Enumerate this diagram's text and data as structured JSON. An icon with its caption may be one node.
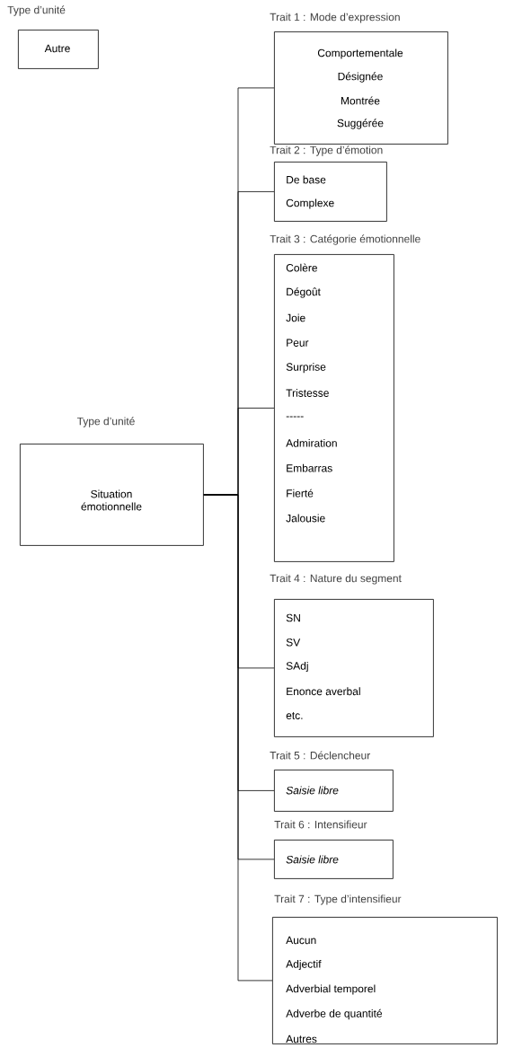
{
  "diagram": {
    "nodes": [
      {
        "text": [
          "Type d’unité",
          "Autre"
        ]
      },
      {
        "text": [
          "Type d’unité",
          "Situation émotionnelle"
        ]
      },
      {
        "text": [
          "Trait 1 : Mode d’expression",
          "Comportementale",
          "Désignée",
          "Montrée",
          "Suggérée"
        ]
      },
      {
        "text": [
          "Trait 2 : Type d’émotion",
          "De base",
          "Complexe"
        ]
      },
      {
        "text": [
          "Trait 3 : Catégorie émotionnelle",
          "Colère",
          "Dégoût",
          "Joie",
          "Peur",
          "Surprise",
          "Tristesse",
          "-----",
          "Admiration",
          "Embarras",
          "Fierté",
          "Jalousie"
        ]
      },
      {
        "text": [
          "Trait 4 : Nature du segment",
          "SN",
          "SV",
          "SAdj",
          "Enonce averbal",
          "etc."
        ]
      },
      {
        "text": [
          "Trait 5 : Déclencheur",
          "Saisie libre"
        ]
      },
      {
        "text": [
          "Trait 6 : Intensifieur",
          "Saisie libre"
        ]
      },
      {
        "text": [
          "Trait 7 : Type d’intensifieur",
          "Aucun",
          "Adjectif",
          "Adverbial temporel",
          "Adverbe de quantité",
          "Autres"
        ]
      }
    ],
    "edges": [
      {
        "from": 1,
        "to": 2,
        "arrow": "none"
      },
      {
        "from": 1,
        "to": 3,
        "arrow": "none"
      },
      {
        "from": 1,
        "to": 4,
        "arrow": "none"
      },
      {
        "from": 1,
        "to": 5,
        "arrow": "none"
      },
      {
        "from": 1,
        "to": 6,
        "arrow": "none"
      },
      {
        "from": 1,
        "to": 7,
        "arrow": "none"
      },
      {
        "from": 1,
        "to": 8,
        "arrow": "none"
      }
    ]
  }
}
